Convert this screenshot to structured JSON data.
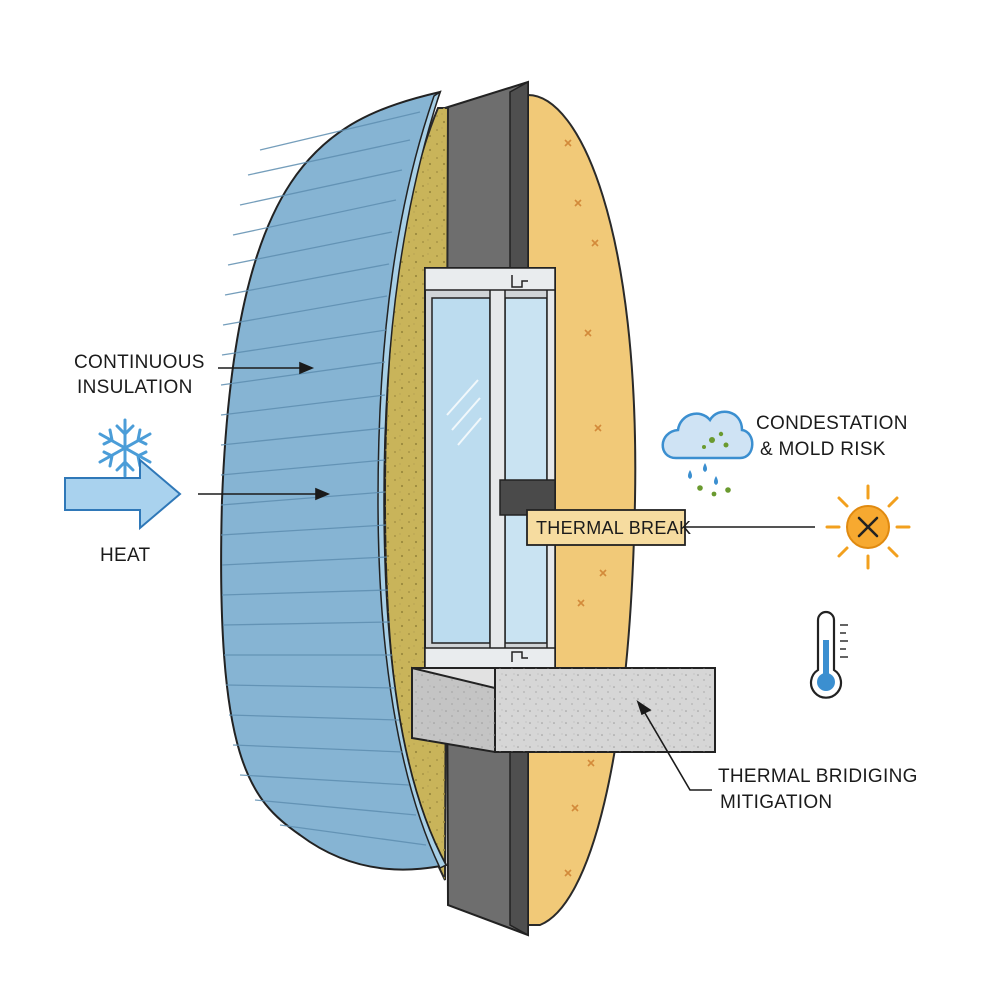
{
  "labels": {
    "continuous_insulation_1": "CONTINUOUS",
    "continuous_insulation_2": "INSULATION",
    "heat": "HEAT",
    "condensation_1": "CONDESTATION",
    "condensation_2": "& MOLD RISK",
    "thermal_break": "THERMAL BREAK",
    "bridging_1": "THERMAL BRIDIGING",
    "bridging_2": "MITIGATION"
  },
  "icons": [
    "snowflake-icon",
    "heat-arrow-icon",
    "rain-cloud-icon",
    "sun-warning-icon",
    "thermometer-icon"
  ],
  "colors": {
    "cladding": "#86b4d3",
    "insulation_mineral": "#c9b45a",
    "insulation_batt": "#f1c978",
    "sheathing": "#6d6d6d",
    "concrete": "#d6d6d6",
    "glass": "#bcdcef",
    "accent_blue": "#3b8fd0",
    "accent_orange": "#f2a01e",
    "thermal_break_fill": "#f6dca0"
  }
}
